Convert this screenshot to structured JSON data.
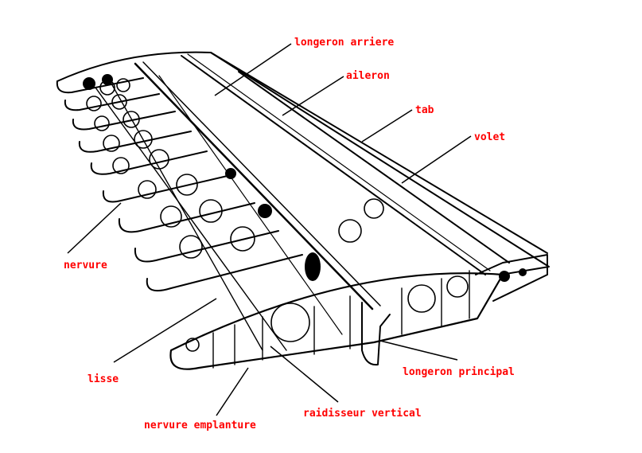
{
  "diagram": {
    "subject": "wing-structure",
    "label_color": "#ff0000",
    "line_color": "#000000",
    "labels": {
      "longeron_arriere": "longeron arriere",
      "aileron": "aileron",
      "tab": "tab",
      "volet": "volet",
      "nervure": "nervure",
      "lisse": "lisse",
      "nervure_emplanture": "nervure emplanture",
      "raidisseur_vertical": "raidisseur vertical",
      "longeron_principal": "longeron principal"
    }
  }
}
